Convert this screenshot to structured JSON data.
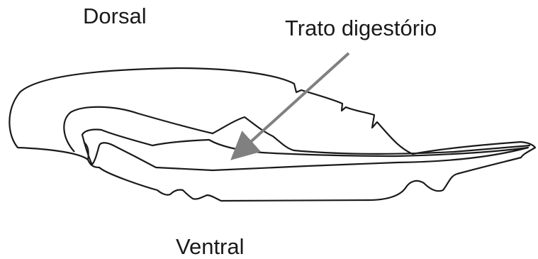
{
  "labels": {
    "dorsal": "Dorsal",
    "ventral": "Ventral",
    "digestive_tract": "Trato digestório"
  },
  "colors": {
    "outline": "#1a1a1a",
    "arrow": "#808080",
    "background": "#ffffff"
  }
}
